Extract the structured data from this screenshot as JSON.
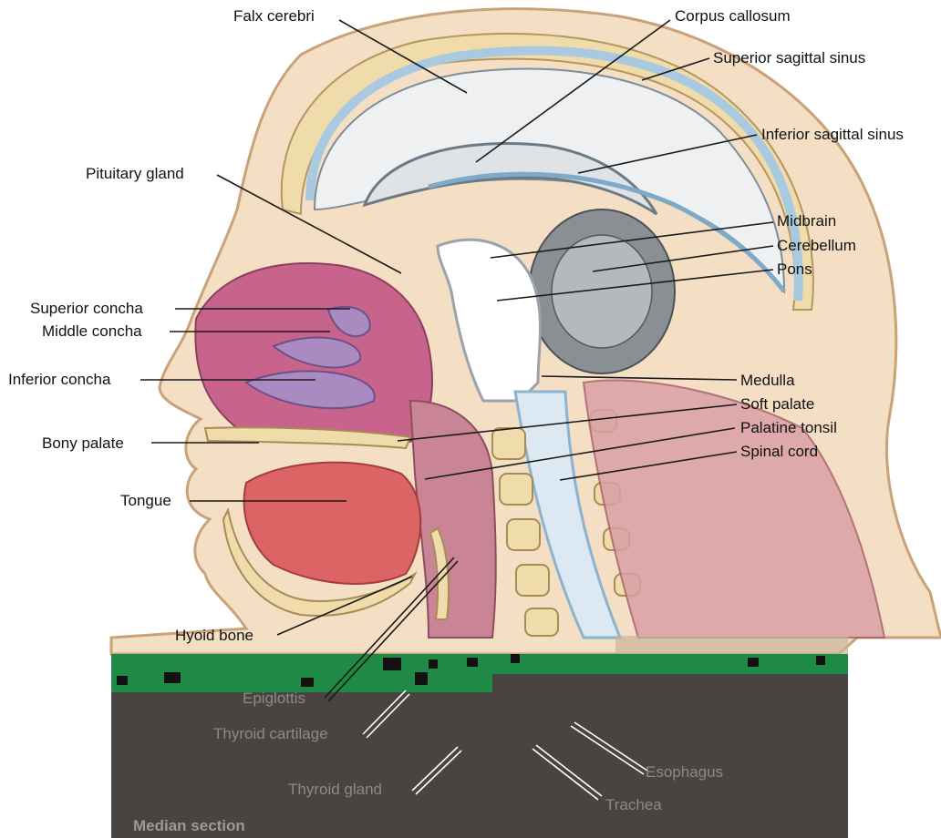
{
  "colors": {
    "skin": "#f4dfc4",
    "bone": "#efdcaa",
    "sinus": "#a9c9e0",
    "brain": "#eef0f2",
    "mucosa": "#c8638c",
    "tongue": "#dd6464",
    "muscle": "#d9a0a6",
    "overlay_dark": "#4a4440",
    "overlay_green": "#1f8a45"
  },
  "labels": {
    "falx_cerebri": "Falx cerebri",
    "corpus_callosum": "Corpus callosum",
    "superior_sagittal_sinus": "Superior sagittal sinus",
    "inferior_sagittal_sinus": "Inferior sagittal sinus",
    "pituitary_gland": "Pituitary gland",
    "midbrain": "Midbrain",
    "cerebellum": "Cerebellum",
    "pons": "Pons",
    "superior_concha": "Superior concha",
    "middle_concha": "Middle concha",
    "inferior_concha": "Inferior concha",
    "medulla": "Medulla",
    "soft_palate": "Soft palate",
    "palatine_tonsil": "Palatine tonsil",
    "bony_palate": "Bony palate",
    "spinal_cord": "Spinal cord",
    "tongue": "Tongue",
    "hyoid_bone": "Hyoid bone",
    "epiglottis": "Epiglottis",
    "thyroid_cartilage": "Thyroid cartilage",
    "esophagus": "Esophagus",
    "thyroid_gland": "Thyroid gland",
    "trachea": "Trachea",
    "caption": "Median section"
  }
}
